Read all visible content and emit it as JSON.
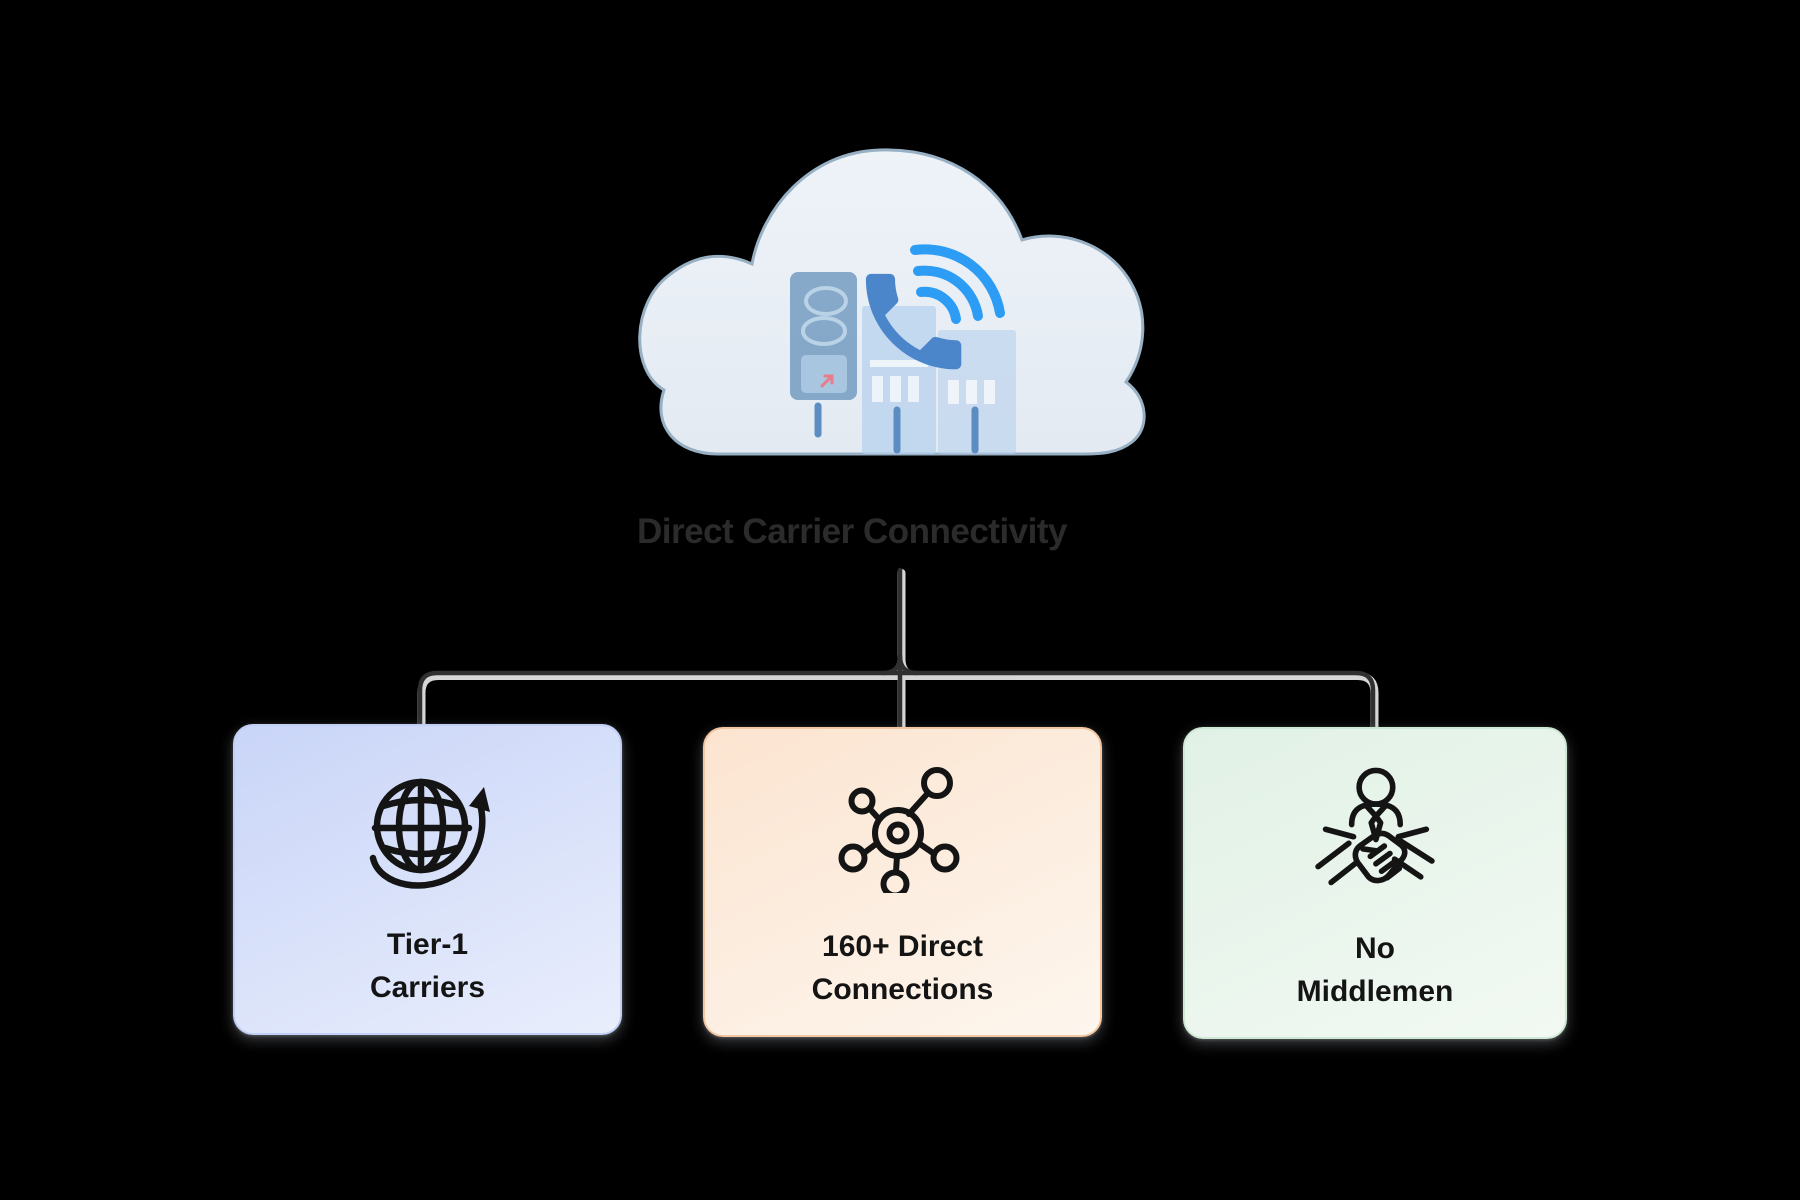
{
  "title": "Direct Carrier Connectivity",
  "cloud": {
    "icon": "telecom-cloud-icon",
    "elements": [
      "server-rack-icon",
      "buildings-icon",
      "phone-handset-icon",
      "signal-waves-icon"
    ]
  },
  "nodes": [
    {
      "id": "tier1",
      "line1": "Tier-1",
      "line2": "Carriers",
      "icon": "globe-orbit-icon"
    },
    {
      "id": "connections",
      "line1": "160+ Direct",
      "line2": "Connections",
      "icon": "network-hub-icon"
    },
    {
      "id": "middlemen",
      "line1": "No",
      "line2": "Middlemen",
      "icon": "handshake-person-icon"
    }
  ],
  "theme": {
    "bg": "#000000",
    "title_color": "#2b2b2b",
    "text_color": "#141414",
    "icon_stroke": "#141414",
    "line_core": "#303030",
    "line_halo": "#ededed",
    "cloud_fill": "#e9eef4",
    "cloud_stroke": "#98b0c4",
    "phone_blue": "#4c86ca",
    "wave_blue": "#2d9cf4",
    "rack_blue": "#7da2c4",
    "rack_panel": "#a9c6e0",
    "building_blue": "#b7d1ed",
    "stub_blue": "#5b8dc2",
    "box1_from": "#c9d5f8",
    "box1_to": "#e9eefc",
    "box1_border": "#c2cff5",
    "box2_from": "#fce4d0",
    "box2_to": "#fdf6ee",
    "box2_border": "#f4c6a2",
    "box3_from": "#e1f1e5",
    "box3_to": "#f2f9f3",
    "box3_border": "#cfe8d4"
  }
}
